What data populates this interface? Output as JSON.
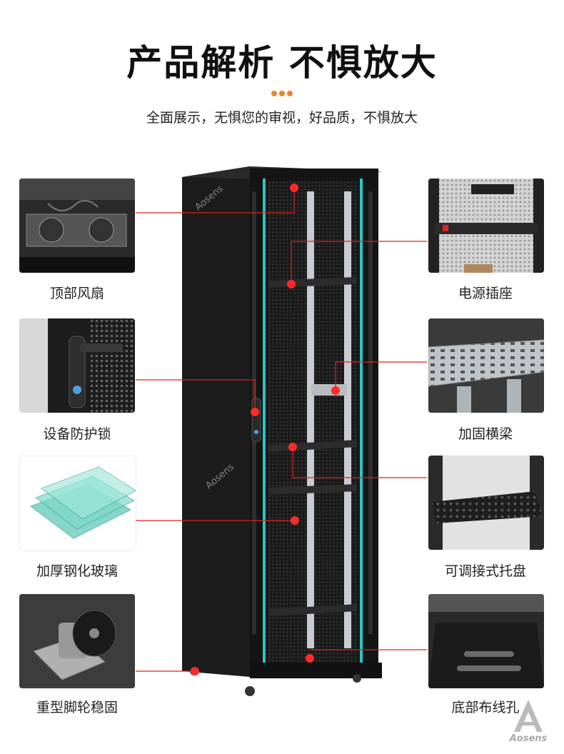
{
  "header": {
    "title": "产品解析 不惧放大",
    "subtitle": "全面展示，无惧您的审视，好品质，不惧放大"
  },
  "features_left": [
    {
      "label": "顶部风扇",
      "icon": "top-fan-photo"
    },
    {
      "label": "设备防护锁",
      "icon": "lock-photo"
    },
    {
      "label": "加厚钢化玻璃",
      "icon": "glass-photo"
    },
    {
      "label": "重型脚轮稳固",
      "icon": "caster-photo"
    }
  ],
  "features_right": [
    {
      "label": "电源插座",
      "icon": "power-strip-photo"
    },
    {
      "label": "加固横梁",
      "icon": "beam-photo"
    },
    {
      "label": "可调接式托盘",
      "icon": "tray-photo"
    },
    {
      "label": "底部布线孔",
      "icon": "cable-hole-photo"
    }
  ],
  "watermark": {
    "brand": "Aosens"
  },
  "colors": {
    "accent": "#e8872a",
    "callout": "#e02020",
    "cabinet": "#1a1a1a",
    "door_trim": "#28c6c6"
  }
}
